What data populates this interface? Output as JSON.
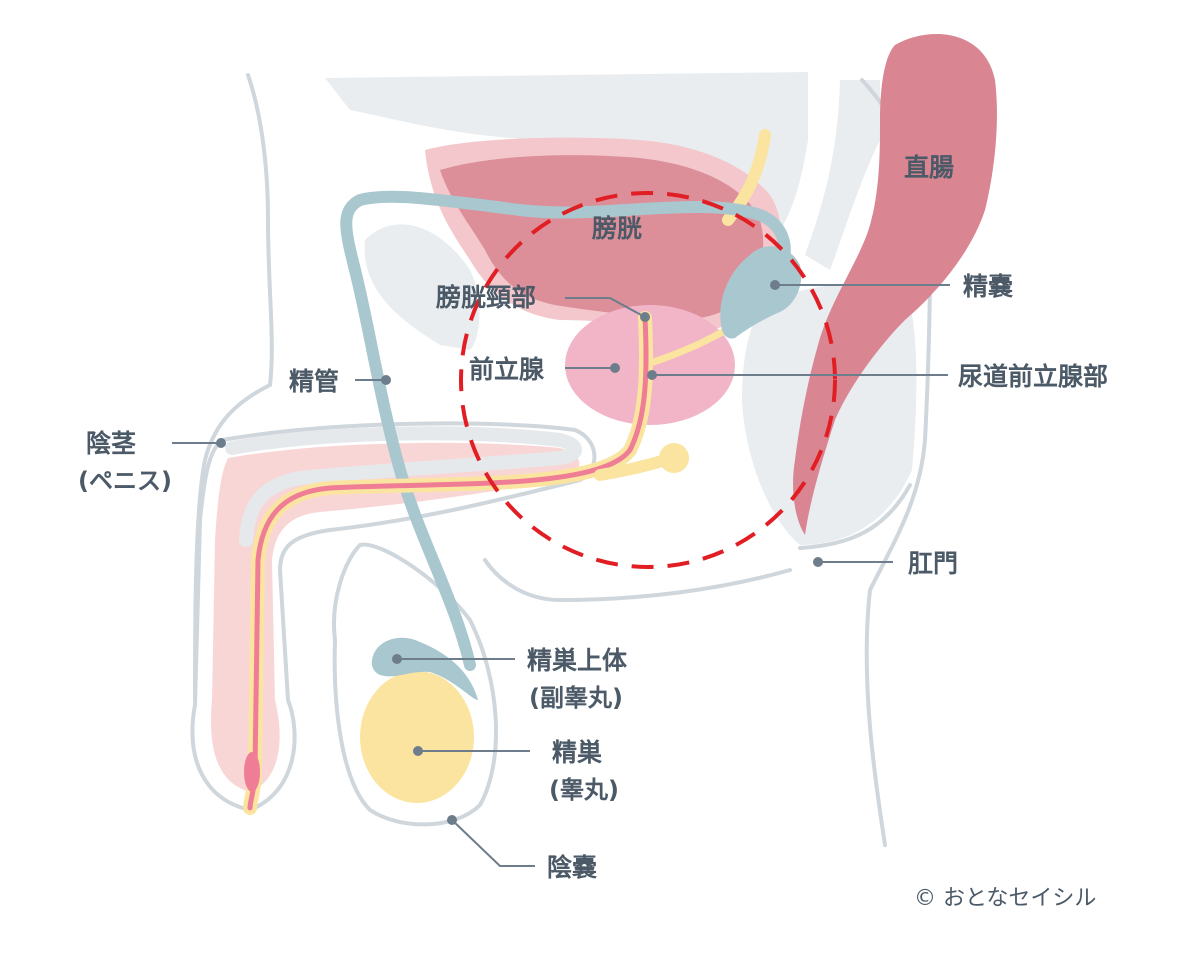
{
  "labels": {
    "bladder": "膀胱",
    "rectum": "直腸",
    "bladder_neck": "膀胱頸部",
    "seminal_vesicle": "精嚢",
    "prostate": "前立腺",
    "prostatic_urethra": "尿道前立腺部",
    "vas_deferens": "精管",
    "penis_line1": "陰茎",
    "penis_line2": "(ペニス)",
    "anus": "肛門",
    "epididymis_line1": "精巣上体",
    "epididymis_line2": "(副睾丸)",
    "testis_line1": "精巣",
    "testis_line2": "(睾丸)",
    "scrotum": "陰嚢"
  },
  "copyright": "© おとなセイシル",
  "colors": {
    "body_outline": "#cfd6dc",
    "body_fill": "#e9edf0",
    "bladder": "#dc8f99",
    "bladder_wall": "#f3c7cb",
    "prostate": "#f2b5c8",
    "rectum": "#d98692",
    "vas_deferens": "#a9c7cf",
    "testis": "#fbe4a0",
    "urethra": "#ef7d95",
    "highlight_circle": "#e01e23",
    "label_text": "#4c5a68"
  }
}
